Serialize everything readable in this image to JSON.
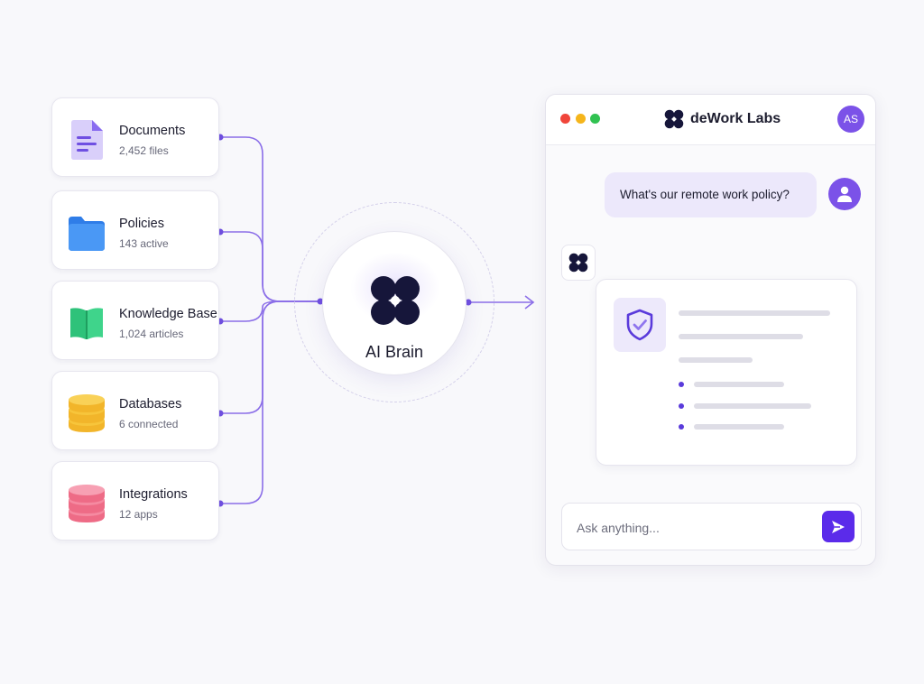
{
  "sources": [
    {
      "title": "Documents",
      "subtitle": "2,452 files",
      "icon": "document-icon",
      "color": "#8a6cf0"
    },
    {
      "title": "Policies",
      "subtitle": "143 active",
      "icon": "folder-icon",
      "color": "#3d8bf2"
    },
    {
      "title": "Knowledge Base",
      "subtitle": "1,024 articles",
      "icon": "book-icon",
      "color": "#2ec27a"
    },
    {
      "title": "Databases",
      "subtitle": "6 connected",
      "icon": "database-icon",
      "color": "#f7c53b"
    },
    {
      "title": "Integrations",
      "subtitle": "12 apps",
      "icon": "stack-icon",
      "color": "#f27a93"
    }
  ],
  "hub": {
    "label": "AI Brain",
    "icon": "clover-logo-icon"
  },
  "chat": {
    "brand_name": "deWork Labs",
    "avatar_initials": "AS",
    "user_message": "What's our remote work policy?",
    "input_placeholder": "Ask anything...",
    "window_dot_colors": [
      "#f0453a",
      "#f5b51b",
      "#31c251"
    ],
    "accent_color": "#5b2bea"
  },
  "colors": {
    "connector": "#8b6ee8",
    "brand_dark": "#16163a"
  }
}
